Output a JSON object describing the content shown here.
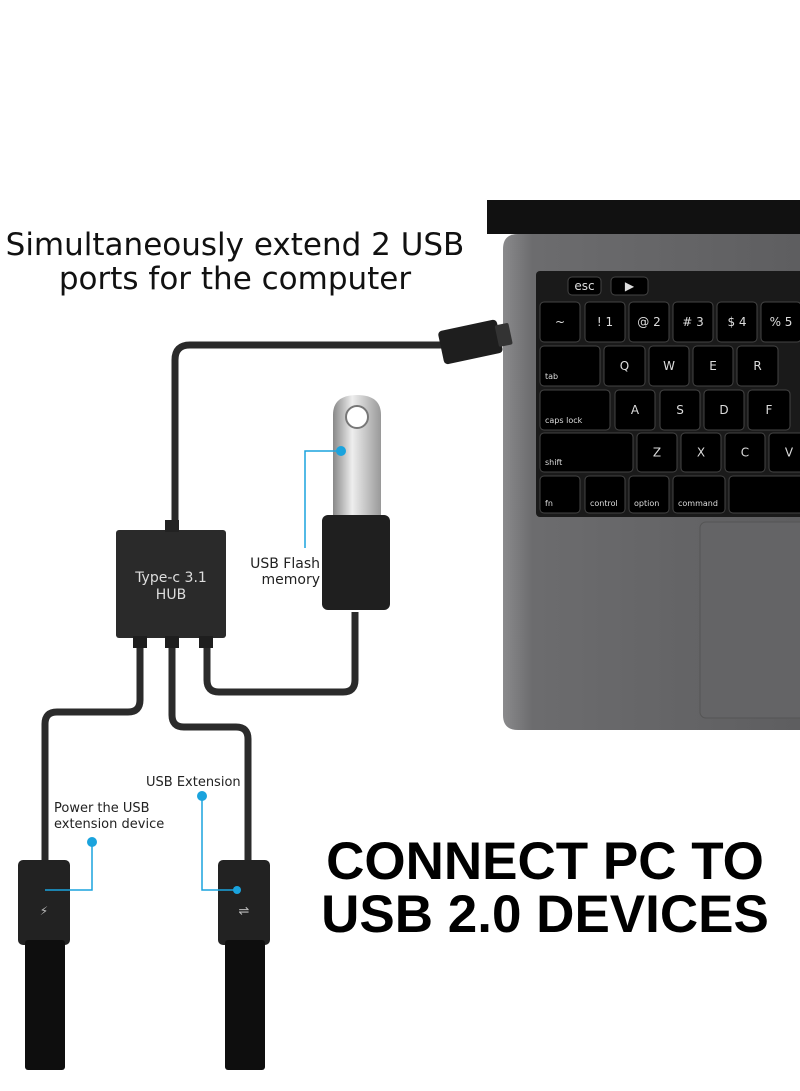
{
  "headline": {
    "line1": "Simultaneously extend 2 USB",
    "line2": "ports for the computer"
  },
  "tagline": {
    "line1": "CONNECT PC TO",
    "line2": "USB 2.0 DEVICES"
  },
  "hub": {
    "line1": "Type-c 3.1",
    "line2": "HUB"
  },
  "callouts": {
    "flash": {
      "line1": "USB Flash",
      "line2": "memory"
    },
    "extension": "USB Extension",
    "power": {
      "line1": "Power the USB",
      "line2": "extension device"
    }
  },
  "keyboard": {
    "touchbar": [
      "esc",
      "▶"
    ],
    "rows": [
      [
        "~",
        "! 1",
        "@ 2",
        "# 3",
        "$ 4",
        "% 5"
      ],
      [
        "tab",
        "Q",
        "W",
        "E",
        "R"
      ],
      [
        "caps lock",
        "A",
        "S",
        "D",
        "F"
      ],
      [
        "shift",
        "Z",
        "X",
        "C",
        "V"
      ],
      [
        "fn",
        "control",
        "option",
        "command",
        ""
      ]
    ]
  },
  "colors": {
    "callout": "#1aa3dd",
    "cable": "#2b2b2b",
    "laptop": "#6b6b6d"
  }
}
